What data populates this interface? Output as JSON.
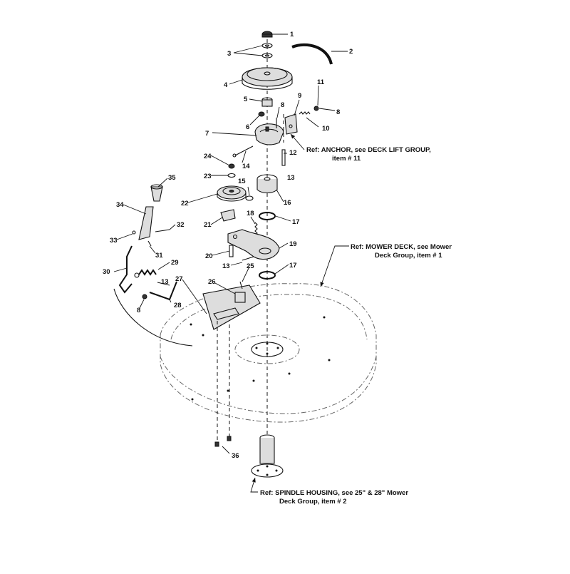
{
  "callouts": [
    "1",
    "2",
    "3",
    "4",
    "5",
    "6",
    "7",
    "8",
    "9",
    "10",
    "11",
    "8",
    "12",
    "13",
    "14",
    "24",
    "23",
    "15",
    "16",
    "22",
    "17",
    "18",
    "19",
    "20",
    "13",
    "21",
    "35",
    "34",
    "32",
    "33",
    "31",
    "30",
    "29",
    "25",
    "26",
    "27",
    "13",
    "28",
    "8",
    "17",
    "36"
  ],
  "refs": {
    "anchor_line1": "Ref: ANCHOR, see DECK LIFT GROUP,",
    "anchor_line2": "item # 11",
    "deck_line1": "Ref: MOWER DECK, see Mower",
    "deck_line2": "Deck Group, item # 1",
    "spindle_line1": "Ref: SPINDLE HOUSING, see 25\" & 28\" Mower",
    "spindle_line2": "Deck Group, item # 2"
  }
}
